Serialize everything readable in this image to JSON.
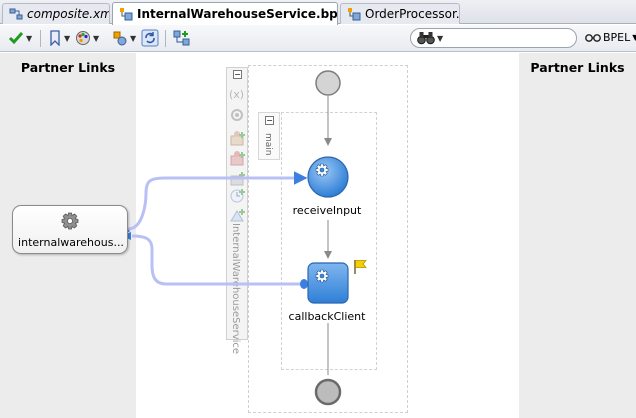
{
  "tabs": [
    {
      "label": "composite.xml",
      "active": false
    },
    {
      "label": "InternalWarehouseService.bpel",
      "active": true
    },
    {
      "label": "OrderProcessor.bpel",
      "active": false
    }
  ],
  "toolbar": {
    "search_value": "",
    "view_label": "BPEL"
  },
  "canvas": {
    "left_lane_title": "Partner Links",
    "right_lane_title": "Partner Links",
    "partner_link_label": "internalwarehous...",
    "scope_label": "InternalWarehouseService",
    "sequence_label": "main",
    "activities": [
      {
        "label": "receiveInput"
      },
      {
        "label": "callbackClient"
      }
    ]
  },
  "colors": {
    "wire": "#b8c0f5",
    "activity_blue": "#3a8ee0",
    "tab_accent": "#f0a000"
  }
}
